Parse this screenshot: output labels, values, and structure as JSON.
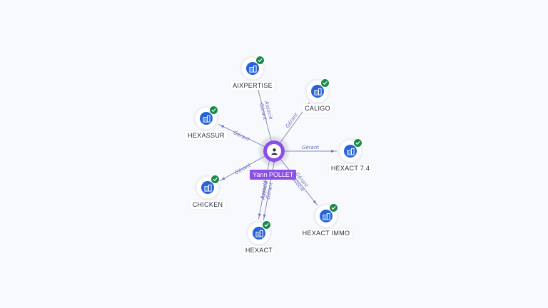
{
  "center": {
    "name": "Yann POLLET",
    "icon": "person-icon",
    "color": "#8b4fe8"
  },
  "nodes": [
    {
      "id": "aixpertise",
      "label": "AIXPERTISE",
      "icon": "company-building-icon",
      "status_icon": "check-icon"
    },
    {
      "id": "caligo",
      "label": "CALIGO",
      "icon": "company-building-icon",
      "status_icon": "check-icon"
    },
    {
      "id": "hexassur",
      "label": "HEXASSUR",
      "icon": "company-building-icon",
      "status_icon": "check-icon"
    },
    {
      "id": "hexact74",
      "label": "HEXACT 7.4",
      "icon": "company-building-icon",
      "status_icon": "check-icon"
    },
    {
      "id": "chicken",
      "label": "CHICKEN",
      "icon": "company-building-icon",
      "status_icon": "check-icon"
    },
    {
      "id": "hexactimmo",
      "label": "HEXACT IMMO",
      "icon": "company-building-icon",
      "status_icon": "check-icon"
    },
    {
      "id": "hexact",
      "label": "HEXACT",
      "icon": "company-building-icon",
      "status_icon": "check-icon"
    }
  ],
  "edges": [
    {
      "to": "aixpertise",
      "labels": [
        "Gérant",
        "Associé"
      ]
    },
    {
      "to": "caligo",
      "labels": [
        "Gérant"
      ]
    },
    {
      "to": "hexassur",
      "labels": [
        "Gérant"
      ]
    },
    {
      "to": "hexact74",
      "labels": [
        "Gérant"
      ]
    },
    {
      "to": "chicken",
      "labels": [
        "Gérant"
      ]
    },
    {
      "to": "hexactimmo",
      "labels": [
        "Gérant",
        "Associé"
      ]
    },
    {
      "to": "hexact",
      "labels": [
        "Gérant",
        "Associé"
      ]
    },
    {
      "to": "hexact",
      "labels": [
        "Associé"
      ]
    }
  ],
  "colors": {
    "company": "#2563d9",
    "verified": "#1a8a4a",
    "edge_label": "#6f6fc8",
    "background": "#f7f9fc"
  }
}
